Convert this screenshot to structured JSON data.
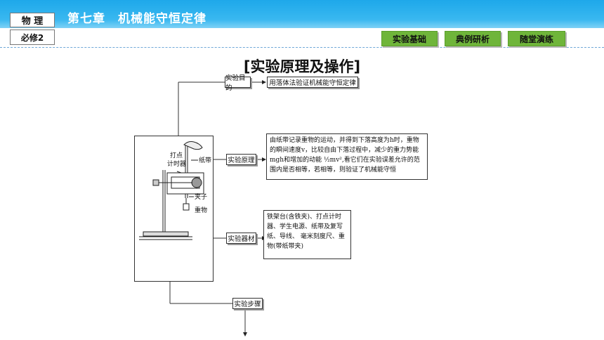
{
  "header": {
    "subject": "物 理",
    "chapter": "第七章　机械能守恒定律",
    "volume": "必修2",
    "nav": [
      "实验基础",
      "典例研析",
      "随堂演练"
    ]
  },
  "title": "[实验原理及操作]",
  "diagram": {
    "purpose_label": "实验目的",
    "purpose_text": "用落体法验证机械能守恒定律",
    "principle_label": "实验原理",
    "principle_text": [
      "由纸带记录重物的运动，并得到下落高度为h时，重物",
      "的瞬间速度v，比较自由下落过程中，减少的重力势能",
      "mgh和增加的动能 ½mv²,看它们在实验误差允许的范",
      "围内是否相等，若相等，则验证了机械能守恒"
    ],
    "equipment_label": "实验器材",
    "equipment_text": [
      "铁架台(含铁夹)、打点计时",
      "器、学生电源、纸带及复写",
      "纸、导线、 毫米刻度尺、重",
      "物(带纸带夹)"
    ],
    "steps_label": "实验步骤",
    "apparatus": {
      "timer": [
        "打点",
        "计时器"
      ],
      "tape": "纸带",
      "clip": "夹子",
      "weight": "重物"
    }
  }
}
